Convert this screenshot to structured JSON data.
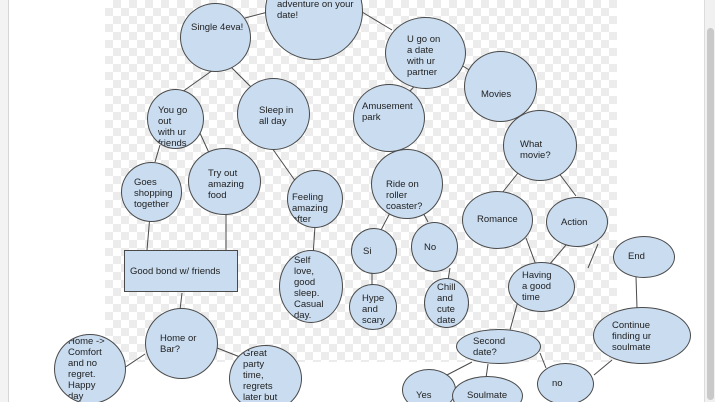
{
  "diagram": {
    "nodes": {
      "adventure": "adventure on your\ndate!",
      "single": "Single 4eva!",
      "date": "U go on\na date\nwith ur\npartner",
      "movies": "Movies",
      "amusement": "Amusement\npark",
      "friends": "You go\nout\nwith ur\nfriends",
      "sleep": "Sleep in\nall day",
      "what_movie": "What\nmovie?",
      "shopping": "Goes\nshopping\ntogether",
      "food": "Try out\namazing\nfood",
      "feeling": "Feeling\namazing\nafter",
      "coaster": "Ride on\nroller\ncoaster?",
      "romance": "Romance",
      "action": "Action",
      "bond": "Good bond w/ friends",
      "selflove": "Self\nlove,\ngood\nsleep.\nCasual\nday.",
      "si": "Si",
      "no1": "No",
      "end": "End",
      "chill": "Chill\nand\ncute\ndate",
      "hype": "Hype\nand\nscary",
      "good_time": "Having\na good\ntime",
      "home": "Home ->\nComfort\nand no\nregret.\nHappy\nday",
      "homebar": "Home or\nBar?",
      "great": "Great\nparty\ntime,\nregrets\nlater but",
      "second": "Second\ndate?",
      "continue": "Continue\nfinding ur\nsoulmate",
      "no2": "no",
      "yes": "Yes",
      "soulmate": "Soulmate"
    }
  }
}
